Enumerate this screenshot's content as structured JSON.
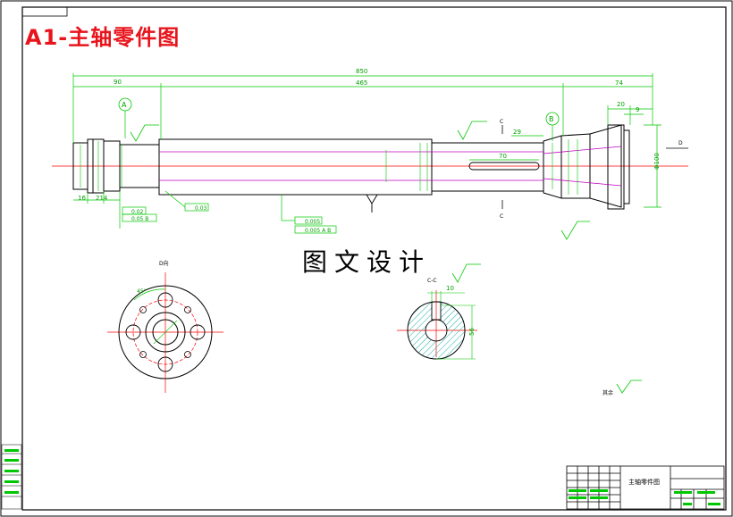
{
  "title": "A1-主轴零件图",
  "watermark": "图文设计",
  "title_block": {
    "part_name": "主轴零件图"
  },
  "dimensions": {
    "overall_length": "850",
    "left_span": "90",
    "middle_span": "465",
    "right_span": "74",
    "right_small_1": "20",
    "right_small_2": "9",
    "shoulder_1": "16",
    "shoulder_2": "214",
    "keyway_len": "70",
    "keyway_offset": "29",
    "keyway_width": "10",
    "section_height": "56",
    "flange_dia": "Φ100",
    "bolt_angle": "45°"
  },
  "labels": {
    "datum_a": "A",
    "datum_b": "B",
    "view_d": "D向",
    "view_d_mark": "D",
    "section_cc": "C-C",
    "cut_c_top": "C",
    "cut_c_bottom": "C",
    "roughness_other": "其余",
    "tol_1": "0.02",
    "tol_2": "0.03",
    "tol_3": "0.05 B",
    "tol_4": "0.005",
    "tol_5": "0.005 A B"
  },
  "colors": {
    "outline": "#000000",
    "dimension": "#00c800",
    "center": "#ff0000",
    "hidden": "#c000c0",
    "hatch": "#00a0a0",
    "title": "#e8141c"
  }
}
